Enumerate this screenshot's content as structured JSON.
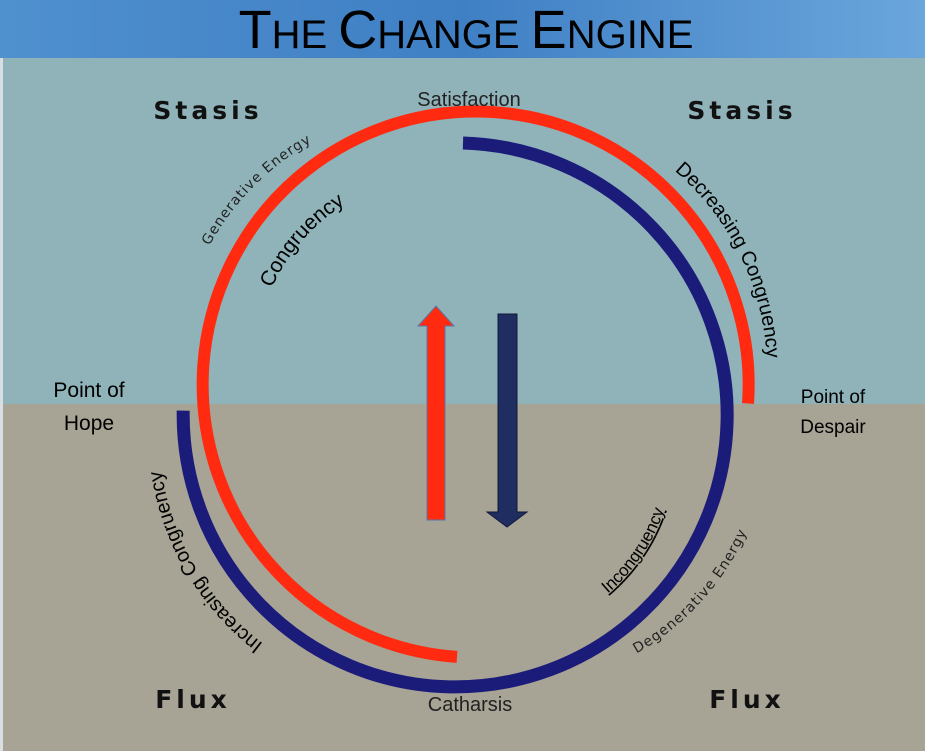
{
  "title_initial_1": "T",
  "title_rest_1": "HE ",
  "title_initial_2": "C",
  "title_rest_2": "HANGE ",
  "title_initial_3": "E",
  "title_rest_3": "NGINE",
  "labels": {
    "stasis_left": "Stasis",
    "stasis_right": "Stasis",
    "flux_left": "Flux",
    "flux_right": "Flux",
    "satisfaction": "Satisfaction",
    "catharsis": "Catharsis",
    "point_of_hope_line1": "Point of",
    "point_of_hope_line2": "Hope",
    "point_of_despair_line1": "Point of",
    "point_of_despair_line2": "Despair",
    "generative_energy": "Generative Energy",
    "congruency": "Congruency",
    "decreasing_congruency": "Decreasing Congruency",
    "increasing_congruency": "Increasing Congruency",
    "incongruency": "Incongruency",
    "degenerative_energy": "Degenerative Energy"
  },
  "colors": {
    "title_band": "#5b9bd5",
    "upper_field": "#8fb3b9",
    "lower_field": "#a7a395",
    "red_arc": "#ff2a0f",
    "blue_arc": "#1b1b7a",
    "down_arrow": "#1f2d60"
  }
}
